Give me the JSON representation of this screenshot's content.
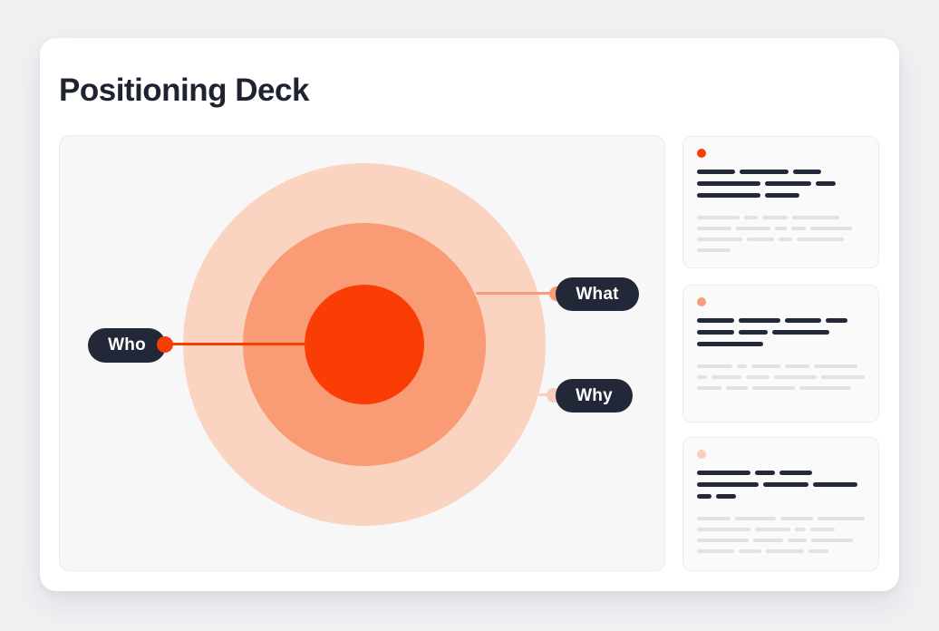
{
  "page": {
    "title": "Positioning Deck"
  },
  "colors": {
    "page_bg": "#eef0f2",
    "surface": "#ffffff",
    "panel_bg": "#f7f7f8",
    "ink": "#1e2231",
    "pill_bg": "#232839",
    "ring_inner": "#f93d05",
    "ring_middle": "#f99c76",
    "ring_outer": "#fbd3c1",
    "skeleton_dark": "#23283b",
    "skeleton_gray": "#e2e2e5"
  },
  "diagram": {
    "rings": [
      {
        "name": "inner",
        "color": "#f93d05"
      },
      {
        "name": "middle",
        "color": "#f99c76"
      },
      {
        "name": "outer",
        "color": "#fbd3c1"
      }
    ],
    "labels": [
      {
        "text": "Who",
        "ring": "inner",
        "color": "#f93d05"
      },
      {
        "text": "What",
        "ring": "middle",
        "color": "#f99c76"
      },
      {
        "text": "Why",
        "ring": "outer",
        "color": "#f9cdba"
      }
    ]
  },
  "cards": [
    {
      "accent": "#f93d05",
      "title_rows": [
        [
          42,
          54,
          31
        ],
        [
          70,
          51,
          22
        ],
        [
          70,
          38
        ]
      ],
      "body_rows": [
        [
          47,
          15,
          28,
          52
        ],
        [
          38,
          38,
          13,
          16,
          46
        ],
        [
          50,
          30,
          15,
          52
        ],
        [
          37
        ]
      ]
    },
    {
      "accent": "#f89d78",
      "title_rows": [
        [
          41,
          46,
          40,
          24
        ],
        [
          41,
          32,
          63
        ],
        [
          73
        ]
      ],
      "body_rows": [
        [
          39,
          11,
          32,
          27,
          48
        ],
        [
          11,
          35,
          27,
          48,
          50
        ],
        [
          27,
          24,
          47,
          57
        ]
      ]
    },
    {
      "accent": "#f8cdbb",
      "title_rows": [
        [
          59,
          22,
          36
        ],
        [
          68,
          50,
          49
        ],
        [
          16,
          22
        ]
      ],
      "body_rows": [
        [
          38,
          45,
          37,
          53
        ],
        [
          59,
          39,
          12,
          27
        ],
        [
          57,
          33,
          21,
          46
        ],
        [
          41,
          25,
          42,
          22
        ]
      ]
    }
  ]
}
